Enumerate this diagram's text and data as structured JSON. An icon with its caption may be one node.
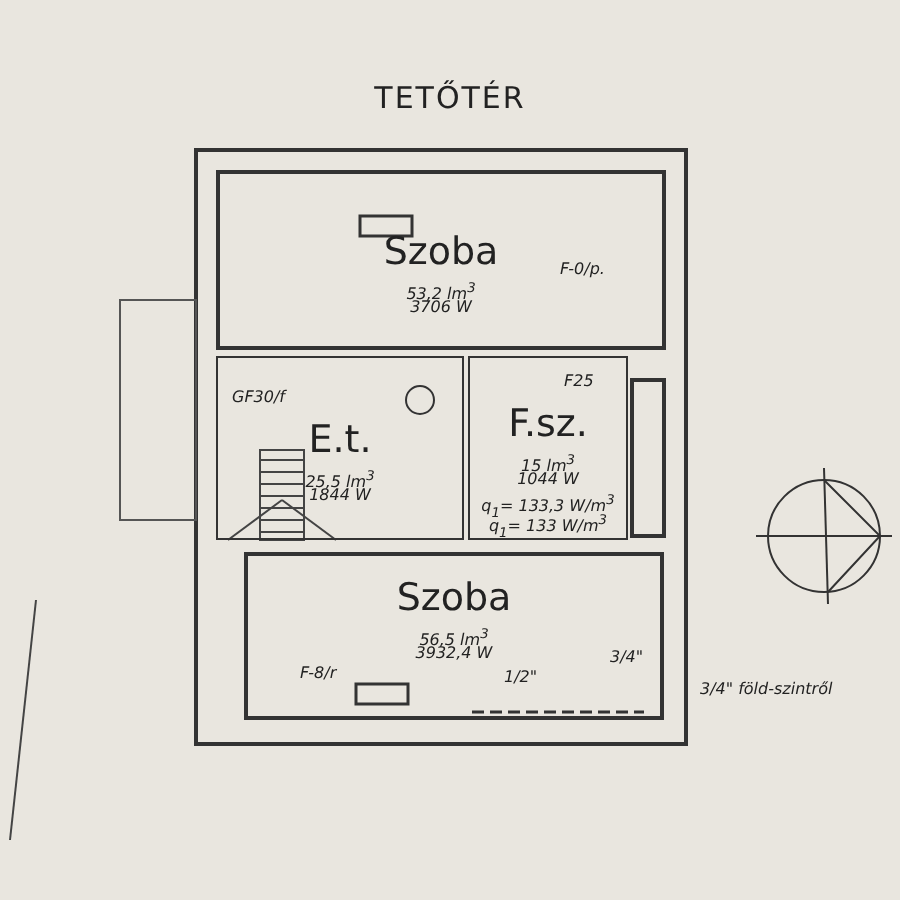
{
  "diagram": {
    "title": "TETŐTÉR",
    "nodes": [
      {
        "text": [
          "Szoba",
          "53,2 lm$^{3}$",
          "3706 W"
        ]
      },
      {
        "text": [
          "E.t.",
          "25,5 lm$^{3}$",
          "1844 W"
        ]
      },
      {
        "text": [
          "F.sz.",
          "15 lm$^{3}$",
          "1044 W",
          "q$_{1}$= 133,3 W/m$^{3}$",
          "q$_{1}$= 133 W/m$^{3}$"
        ]
      },
      {
        "text": [
          "Szoba",
          "56,5 lm$^{3}$",
          "3932,4 W"
        ]
      }
    ],
    "labels": [
      "F-0/p.",
      "GF30/f",
      "F25",
      "F-8/r",
      "1/2\"",
      "3/4\"",
      "3/4\" föld-szintről"
    ]
  }
}
